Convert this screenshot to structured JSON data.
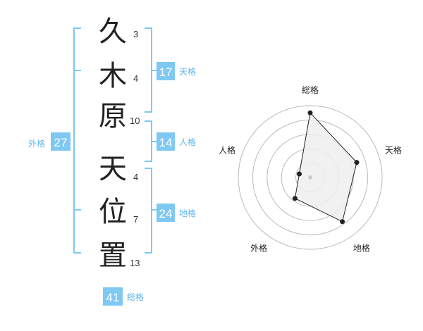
{
  "name": {
    "characters": [
      {
        "char": "久",
        "strokes": "3"
      },
      {
        "char": "木",
        "strokes": "4"
      },
      {
        "char": "原",
        "strokes": "10"
      },
      {
        "char": "天",
        "strokes": "4"
      },
      {
        "char": "位",
        "strokes": "7"
      },
      {
        "char": "置",
        "strokes": "13"
      }
    ]
  },
  "kakusu": {
    "tenkaku": {
      "value": "17",
      "label": "天格"
    },
    "jinkaku": {
      "value": "14",
      "label": "人格"
    },
    "chikaku": {
      "value": "24",
      "label": "地格"
    },
    "gaikaku": {
      "value": "27",
      "label": "外格"
    },
    "soukaku": {
      "value": "41",
      "label": "総格"
    }
  },
  "chart_data": {
    "type": "radar",
    "axes": [
      "総格",
      "天格",
      "地格",
      "外格",
      "人格"
    ],
    "values": [
      4.5,
      3.4,
      3.8,
      1.8,
      0.8
    ],
    "max": 5,
    "rings": 5,
    "grid": true
  },
  "colors": {
    "accent": "#7ec8f2",
    "accent_text": "#5bb6ea",
    "text": "#222222"
  }
}
